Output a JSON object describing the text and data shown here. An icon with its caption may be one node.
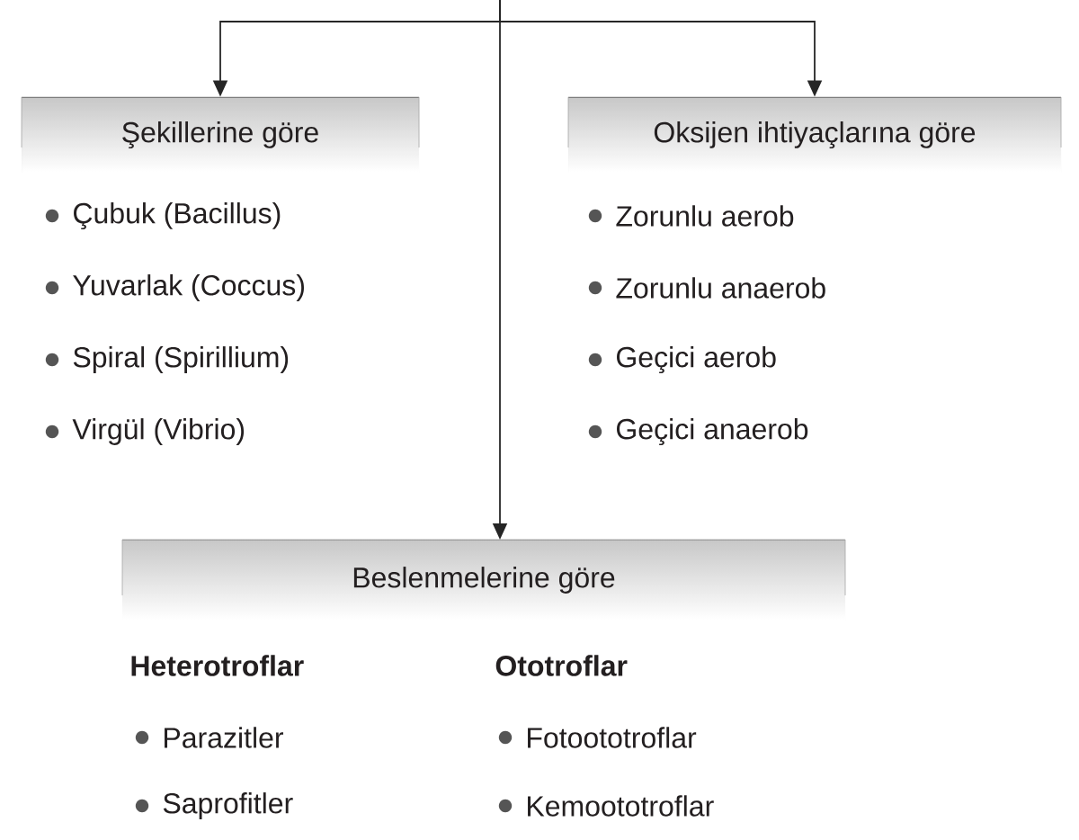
{
  "diagram": {
    "nodes": [
      {
        "text": [
          "Şekillerine göre"
        ],
        "beside": [
          "Çubuk (Bacillus)",
          "Yuvarlak (Coccus)",
          "Spiral (Spirillium)",
          "Virgül (Vibrio)"
        ]
      },
      {
        "text": [
          "Oksijen ihtiyaçlarına göre"
        ],
        "beside": [
          "Zorunlu aerob",
          "Zorunlu anaerob",
          "Geçici aerob",
          "Geçici anaerob"
        ]
      },
      {
        "text": [
          "Beslenmelerine göre"
        ],
        "beside": [
          "Heterotroflar",
          "Parazitler",
          "Saprofitler",
          "Ototroflar",
          "Fotoototroflar",
          "Kemoototroflar"
        ]
      }
    ],
    "edges": [
      {
        "from": null,
        "to": 0,
        "arrow": "to"
      },
      {
        "from": null,
        "to": 1,
        "arrow": "to"
      },
      {
        "from": null,
        "to": 2,
        "arrow": "to"
      }
    ]
  }
}
